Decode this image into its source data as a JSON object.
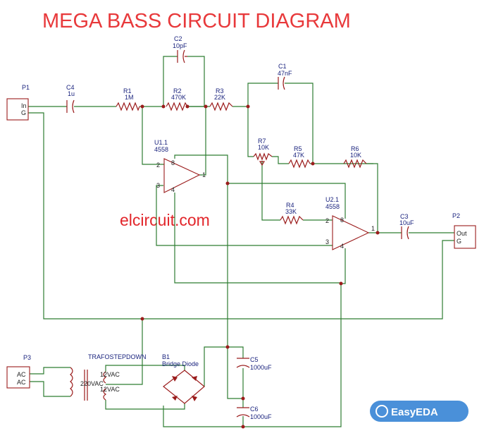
{
  "title": "MEGA BASS CIRCUIT DIAGRAM",
  "watermark": "elcircuit.com",
  "logo": "EasyEDA",
  "connectors": {
    "p1": {
      "ref": "P1",
      "pin1": "In",
      "pin2": "G"
    },
    "p2": {
      "ref": "P2",
      "pin1": "Out",
      "pin2": "G"
    },
    "p3": {
      "ref": "P3",
      "pin1": "AC",
      "pin2": "AC"
    }
  },
  "parts": {
    "c4": {
      "ref": "C4",
      "value": "1u"
    },
    "r1": {
      "ref": "R1",
      "value": "1M"
    },
    "c2": {
      "ref": "C2",
      "value": "10pF"
    },
    "r2": {
      "ref": "R2",
      "value": "470K"
    },
    "r3": {
      "ref": "R3",
      "value": "22K"
    },
    "c1": {
      "ref": "C1",
      "value": "47nF"
    },
    "r7": {
      "ref": "R7",
      "value": "10K"
    },
    "r5": {
      "ref": "R5",
      "value": "47K"
    },
    "r6": {
      "ref": "R6",
      "value": "10K"
    },
    "r4": {
      "ref": "R4",
      "value": "33K"
    },
    "c3": {
      "ref": "C3",
      "value": "10uF"
    },
    "c5": {
      "ref": "C5",
      "value": "1000uF"
    },
    "c6": {
      "ref": "C6",
      "value": "1000uF"
    },
    "u1": {
      "ref": "U1.1",
      "value": "4558",
      "pin_inv": "2",
      "pin_noninv": "3",
      "pin_out": "1",
      "pin_vcc": "8",
      "pin_vee": "4"
    },
    "u2": {
      "ref": "U2.1",
      "value": "4558",
      "pin_inv": "2",
      "pin_noninv": "3",
      "pin_out": "1",
      "pin_vcc": "8",
      "pin_vee": "4"
    },
    "t1": {
      "ref": "TRAFOSTEPDOWN",
      "primary": "220VAC",
      "sec1": "12VAC",
      "sec2": "12VAC"
    },
    "b1": {
      "ref": "B1",
      "value": "Bridge Diode"
    }
  },
  "colors": {
    "title": "#e8393b",
    "wire": "#2e7d32",
    "part": "#9b1c1c",
    "label": "#1a237e",
    "logo": "#4a90d9"
  }
}
